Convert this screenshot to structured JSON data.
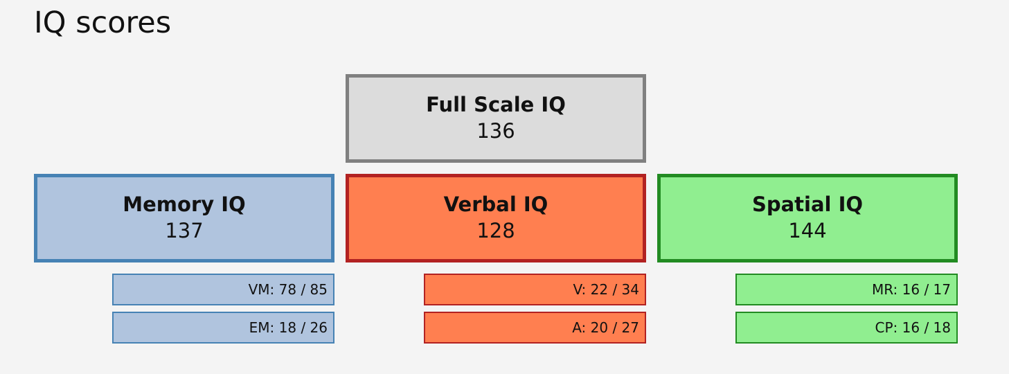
{
  "title": "IQ scores",
  "full_scale": {
    "label": "Full Scale IQ",
    "value": "136",
    "fill": "#dcdcdc",
    "border": "#808080"
  },
  "indexes": [
    {
      "label": "Memory IQ",
      "value": "137",
      "fill": "#b0c4de",
      "border": "#4682b4",
      "subtests": [
        {
          "text": "VM: 78 / 85"
        },
        {
          "text": "EM: 18 / 26"
        }
      ]
    },
    {
      "label": "Verbal IQ",
      "value": "128",
      "fill": "#ff7f50",
      "border": "#b22222",
      "subtests": [
        {
          "text": "V: 22 / 34"
        },
        {
          "text": "A: 20 / 27"
        }
      ]
    },
    {
      "label": "Spatial IQ",
      "value": "144",
      "fill": "#90ee90",
      "border": "#228b22",
      "subtests": [
        {
          "text": "MR: 16 / 17"
        },
        {
          "text": "CP: 16 / 18"
        }
      ]
    }
  ]
}
